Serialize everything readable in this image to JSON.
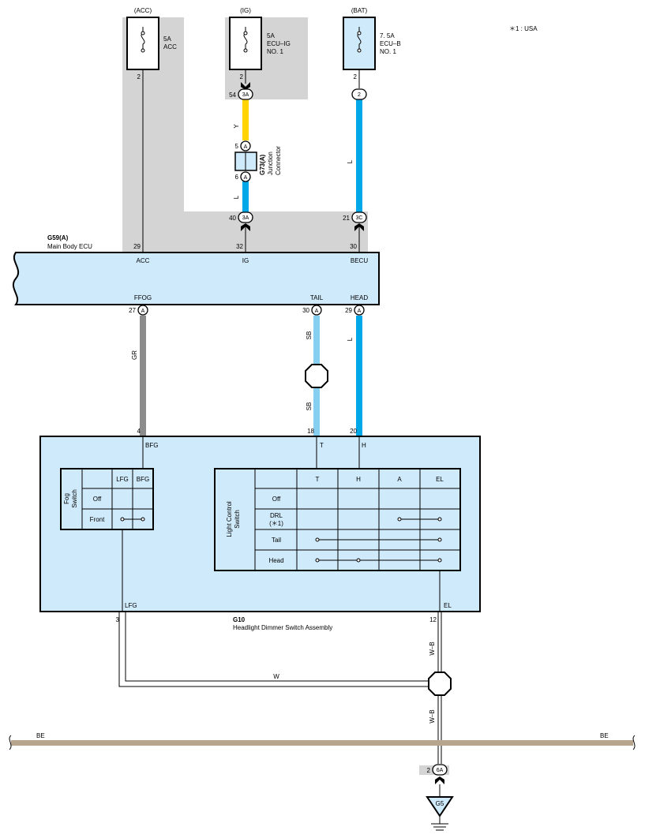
{
  "note": "＊1 : USA",
  "fuses": {
    "acc": {
      "source": "(ACC)",
      "rating": "5A",
      "name": "ACC",
      "pin": "2"
    },
    "ig": {
      "source": "(IG)",
      "rating": "5A",
      "name": "ECU–IG",
      "name2": "NO. 1",
      "pin": "2"
    },
    "bat": {
      "source": "(BAT)",
      "rating": "7. 5A",
      "name": "ECU–B",
      "name2": "NO. 1",
      "pin": "2"
    }
  },
  "connectors": {
    "ig_top": {
      "pin": "54",
      "id": "3A"
    },
    "bat_top": {
      "id": "2"
    },
    "g73_a5": {
      "pin": "5",
      "id": "A"
    },
    "g73_a6": {
      "pin": "6",
      "id": "A"
    },
    "ig_bottom": {
      "pin": "40",
      "id": "3A"
    },
    "bat_bottom": {
      "pin": "21",
      "id": "3C"
    },
    "ffog": {
      "pin": "27",
      "id": "A"
    },
    "tail": {
      "pin": "30",
      "id": "A"
    },
    "head": {
      "pin": "29",
      "id": "A"
    },
    "ground": {
      "pin": "2",
      "id": "6A"
    }
  },
  "junction": {
    "code": "G73(A)",
    "label1": "Junction",
    "label2": "Connector"
  },
  "wires": {
    "ig_upper": "Y",
    "ig_lower": "L",
    "bat": "L",
    "ffog": "GR",
    "tail_upper": "SB",
    "tail_lower": "SB",
    "head": "L",
    "el_upper": "W–B",
    "el_lower": "W–B",
    "w_loop": "W",
    "bus_left": "BE",
    "bus_right": "BE"
  },
  "colors": {
    "Y": "#ffd400",
    "L": "#00a8e8",
    "GR": "#8c8c8c",
    "SB": "#86cff0",
    "BE": "#b8a58e",
    "module_fill": "#cfeafa",
    "shade": "#d4d4d4"
  },
  "ecu": {
    "code": "G59(A)",
    "name": "Main Body ECU",
    "pins_top": [
      {
        "num": "29",
        "label": "ACC"
      },
      {
        "num": "32",
        "label": "IG"
      },
      {
        "num": "30",
        "label": "BECU"
      }
    ],
    "pins_bottom": [
      {
        "label": "FFOG"
      },
      {
        "label": "TAIL"
      },
      {
        "label": "HEAD"
      }
    ]
  },
  "switch_assy": {
    "code": "G10",
    "name": "Headlight Dimmer Switch Assembly",
    "pins_top": [
      {
        "num": "4",
        "label": "BFG"
      },
      {
        "num": "18",
        "label": "T"
      },
      {
        "num": "20",
        "label": "H"
      }
    ],
    "pins_bottom": [
      {
        "num": "3",
        "label": "LFG"
      },
      {
        "num": "12",
        "label": "EL"
      }
    ]
  },
  "fog_switch": {
    "title1": "Fog",
    "title2": "Switch",
    "columns": [
      "LFG",
      "BFG"
    ],
    "rows": [
      "Off",
      "Front"
    ]
  },
  "light_switch": {
    "title1": "Light Control",
    "title2": "Switch",
    "columns": [
      "T",
      "H",
      "A",
      "EL"
    ],
    "rows": [
      "Off",
      "DRL",
      "Tail",
      "Head"
    ],
    "drl_note": "(＊1)"
  },
  "ground": {
    "id": "G5"
  }
}
